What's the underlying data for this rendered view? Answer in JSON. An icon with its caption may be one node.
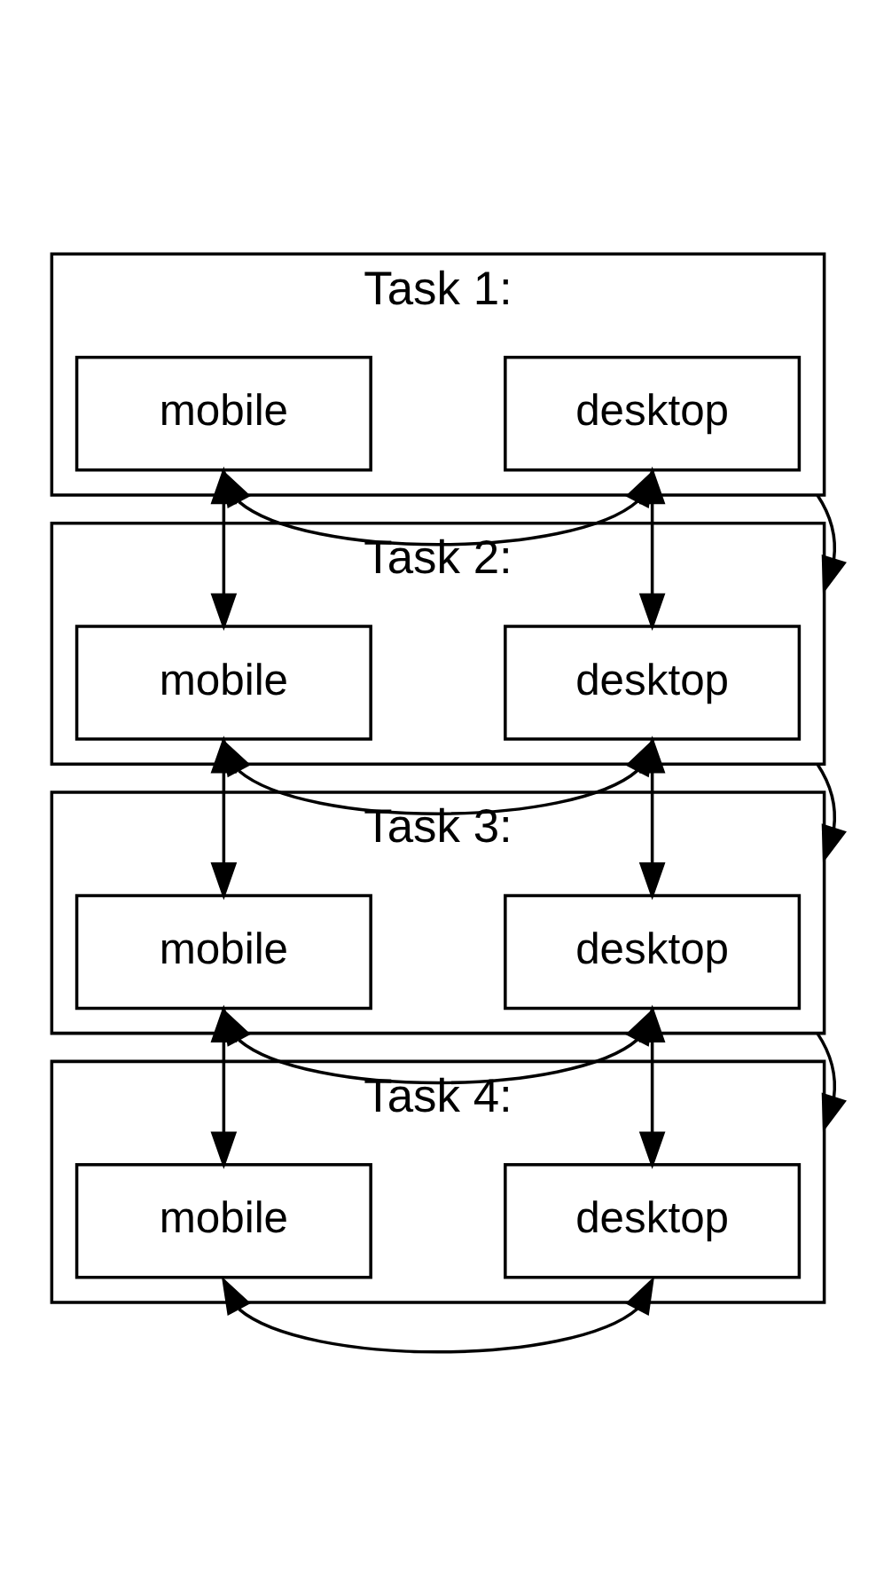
{
  "diagram": {
    "nodes": [
      {
        "text": [
          "Task 1:"
        ]
      },
      {
        "text": [
          "desktop"
        ],
        "in": 0
      },
      {
        "text": [
          "mobile"
        ],
        "in": 0
      },
      {
        "text": [
          "Task 2:"
        ]
      },
      {
        "text": [
          "desktop"
        ],
        "in": 3
      },
      {
        "text": [
          "mobile"
        ],
        "in": 3
      },
      {
        "text": [
          "Task 3:"
        ]
      },
      {
        "text": [
          "desktop"
        ],
        "in": 6
      },
      {
        "text": [
          "mobile"
        ],
        "in": 6
      },
      {
        "text": [
          "Task 4:"
        ]
      },
      {
        "text": [
          "desktop"
        ],
        "in": 9
      },
      {
        "text": [
          "mobile"
        ],
        "in": 9
      }
    ],
    "edges": [
      {
        "from": 1,
        "to": 4,
        "arrow": "both"
      },
      {
        "from": 2,
        "to": 5,
        "arrow": "both"
      },
      {
        "from": 1,
        "to": 2,
        "arrow": "both"
      },
      {
        "from": 0,
        "to": 3,
        "arrow": "to"
      },
      {
        "from": 4,
        "to": 7,
        "arrow": "both"
      },
      {
        "from": 5,
        "to": 8,
        "arrow": "both"
      },
      {
        "from": 4,
        "to": 5,
        "arrow": "both"
      },
      {
        "from": 3,
        "to": 6,
        "arrow": "to"
      },
      {
        "from": 7,
        "to": 10,
        "arrow": "both"
      },
      {
        "from": 8,
        "to": 11,
        "arrow": "both"
      },
      {
        "from": 7,
        "to": 8,
        "arrow": "both"
      },
      {
        "from": 6,
        "to": 9,
        "arrow": "to"
      },
      {
        "from": 10,
        "to": 11,
        "arrow": "both"
      }
    ]
  }
}
